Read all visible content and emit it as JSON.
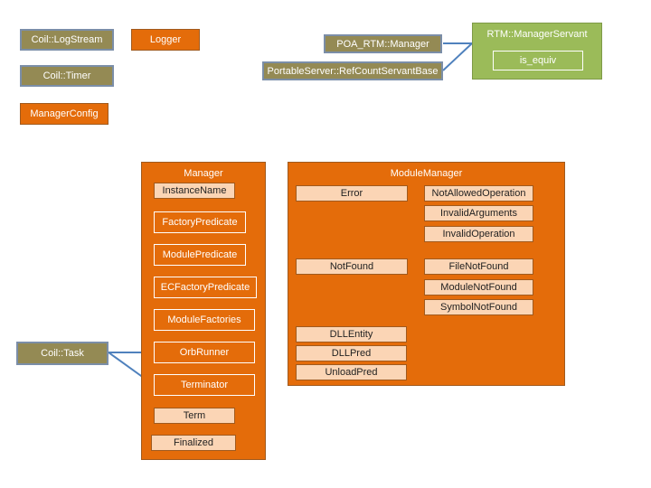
{
  "top_left": {
    "log_stream": "Coil::LogStream",
    "logger": "Logger",
    "timer": "Coil::Timer",
    "manager_config": "ManagerConfig"
  },
  "top_right": {
    "poa_manager": "POA_RTM::Manager",
    "refcount_base": "PortableServer::RefCountServantBase",
    "manager_servant": "RTM::ManagerServant",
    "is_equiv": "is_equiv"
  },
  "coil_task": "Coil::Task",
  "manager": {
    "title": "Manager",
    "items": [
      "InstanceName",
      "FactoryPredicate",
      "ModulePredicate",
      "ECFactoryPredicate",
      "ModuleFactories",
      "OrbRunner",
      "Terminator",
      "Term",
      "Finalized"
    ]
  },
  "module_manager": {
    "title": "ModuleManager",
    "error": "Error",
    "error_children": [
      "NotAllowedOperation",
      "InvalidArguments",
      "InvalidOperation"
    ],
    "not_found": "NotFound",
    "not_found_children": [
      "FileNotFound",
      "ModuleNotFound",
      "SymbolNotFound"
    ],
    "others": [
      "DLLEntity",
      "DLLPred",
      "UnloadPred"
    ]
  }
}
